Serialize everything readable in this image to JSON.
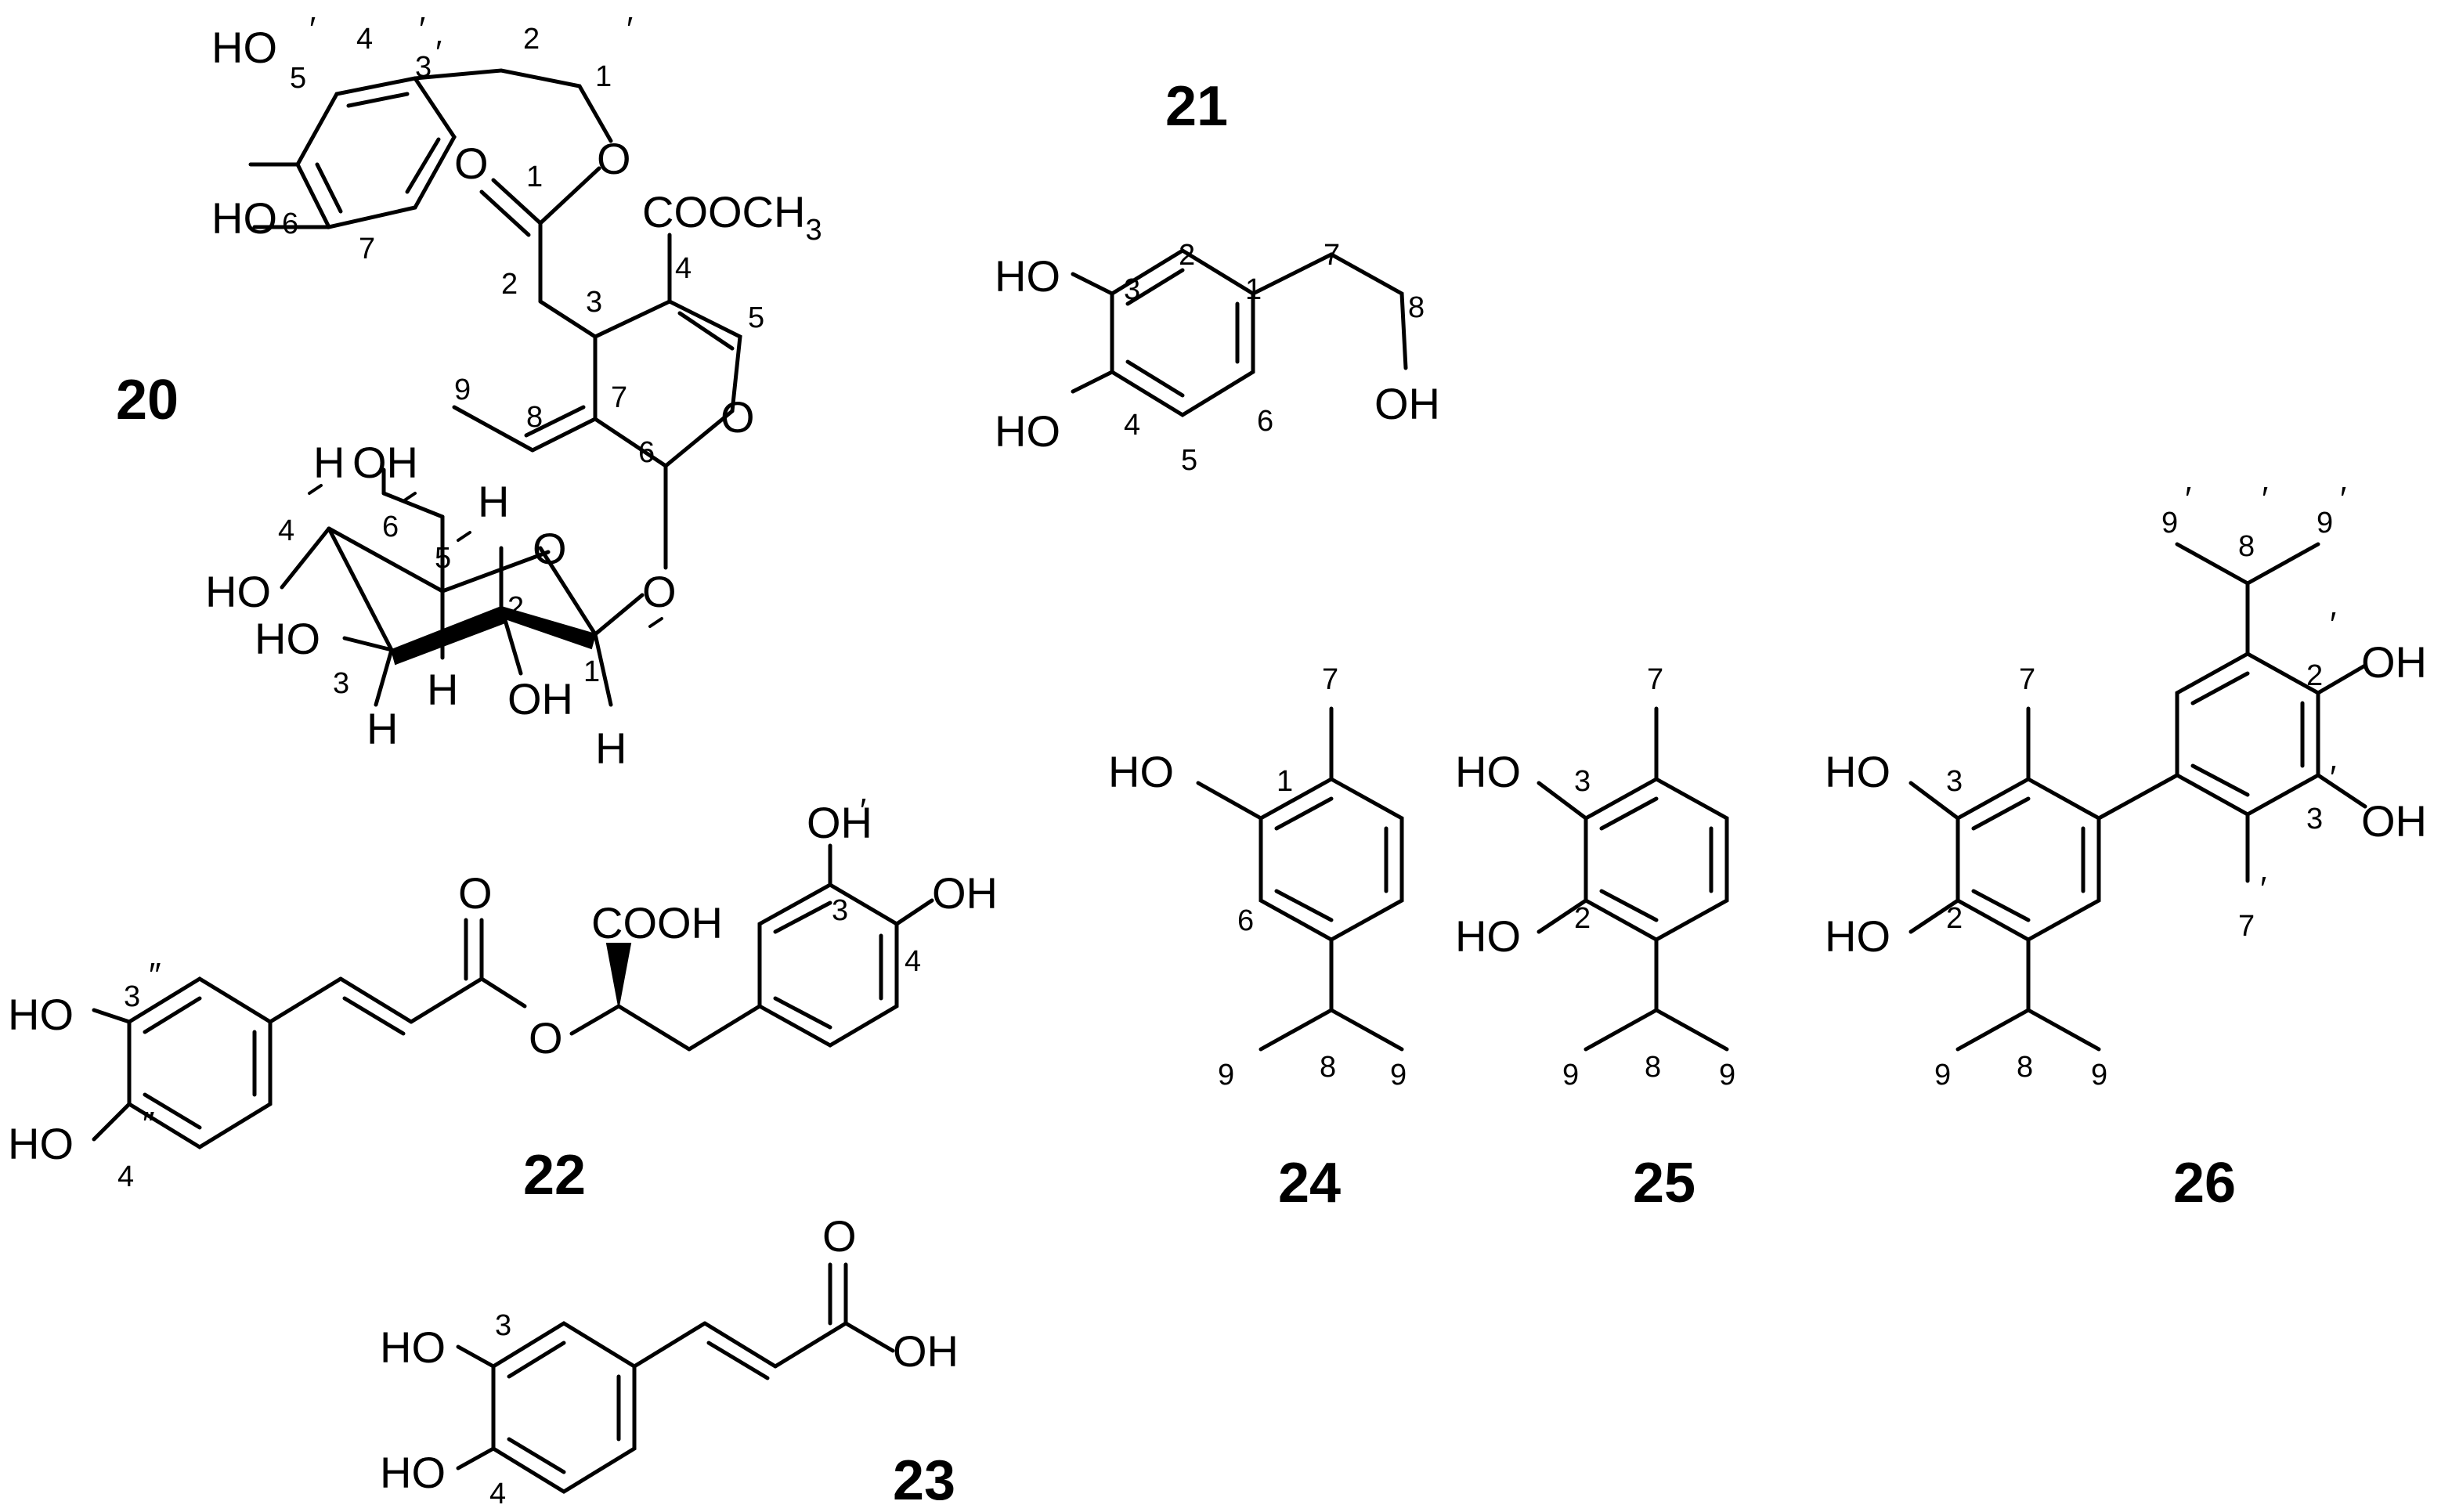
{
  "compounds": [
    {
      "id": "20",
      "label": "20"
    },
    {
      "id": "21",
      "label": "21"
    },
    {
      "id": "22",
      "label": "22"
    },
    {
      "id": "23",
      "label": "23"
    },
    {
      "id": "24",
      "label": "24"
    },
    {
      "id": "25",
      "label": "25"
    },
    {
      "id": "26",
      "label": "26"
    }
  ],
  "atoms": {
    "HO": "HO",
    "OH": "OH",
    "O": "O",
    "H": "H",
    "COOCH": "COOCH",
    "CH3_sub": "3",
    "COOH": "COOH"
  },
  "prime": "′",
  "dprime": "″"
}
